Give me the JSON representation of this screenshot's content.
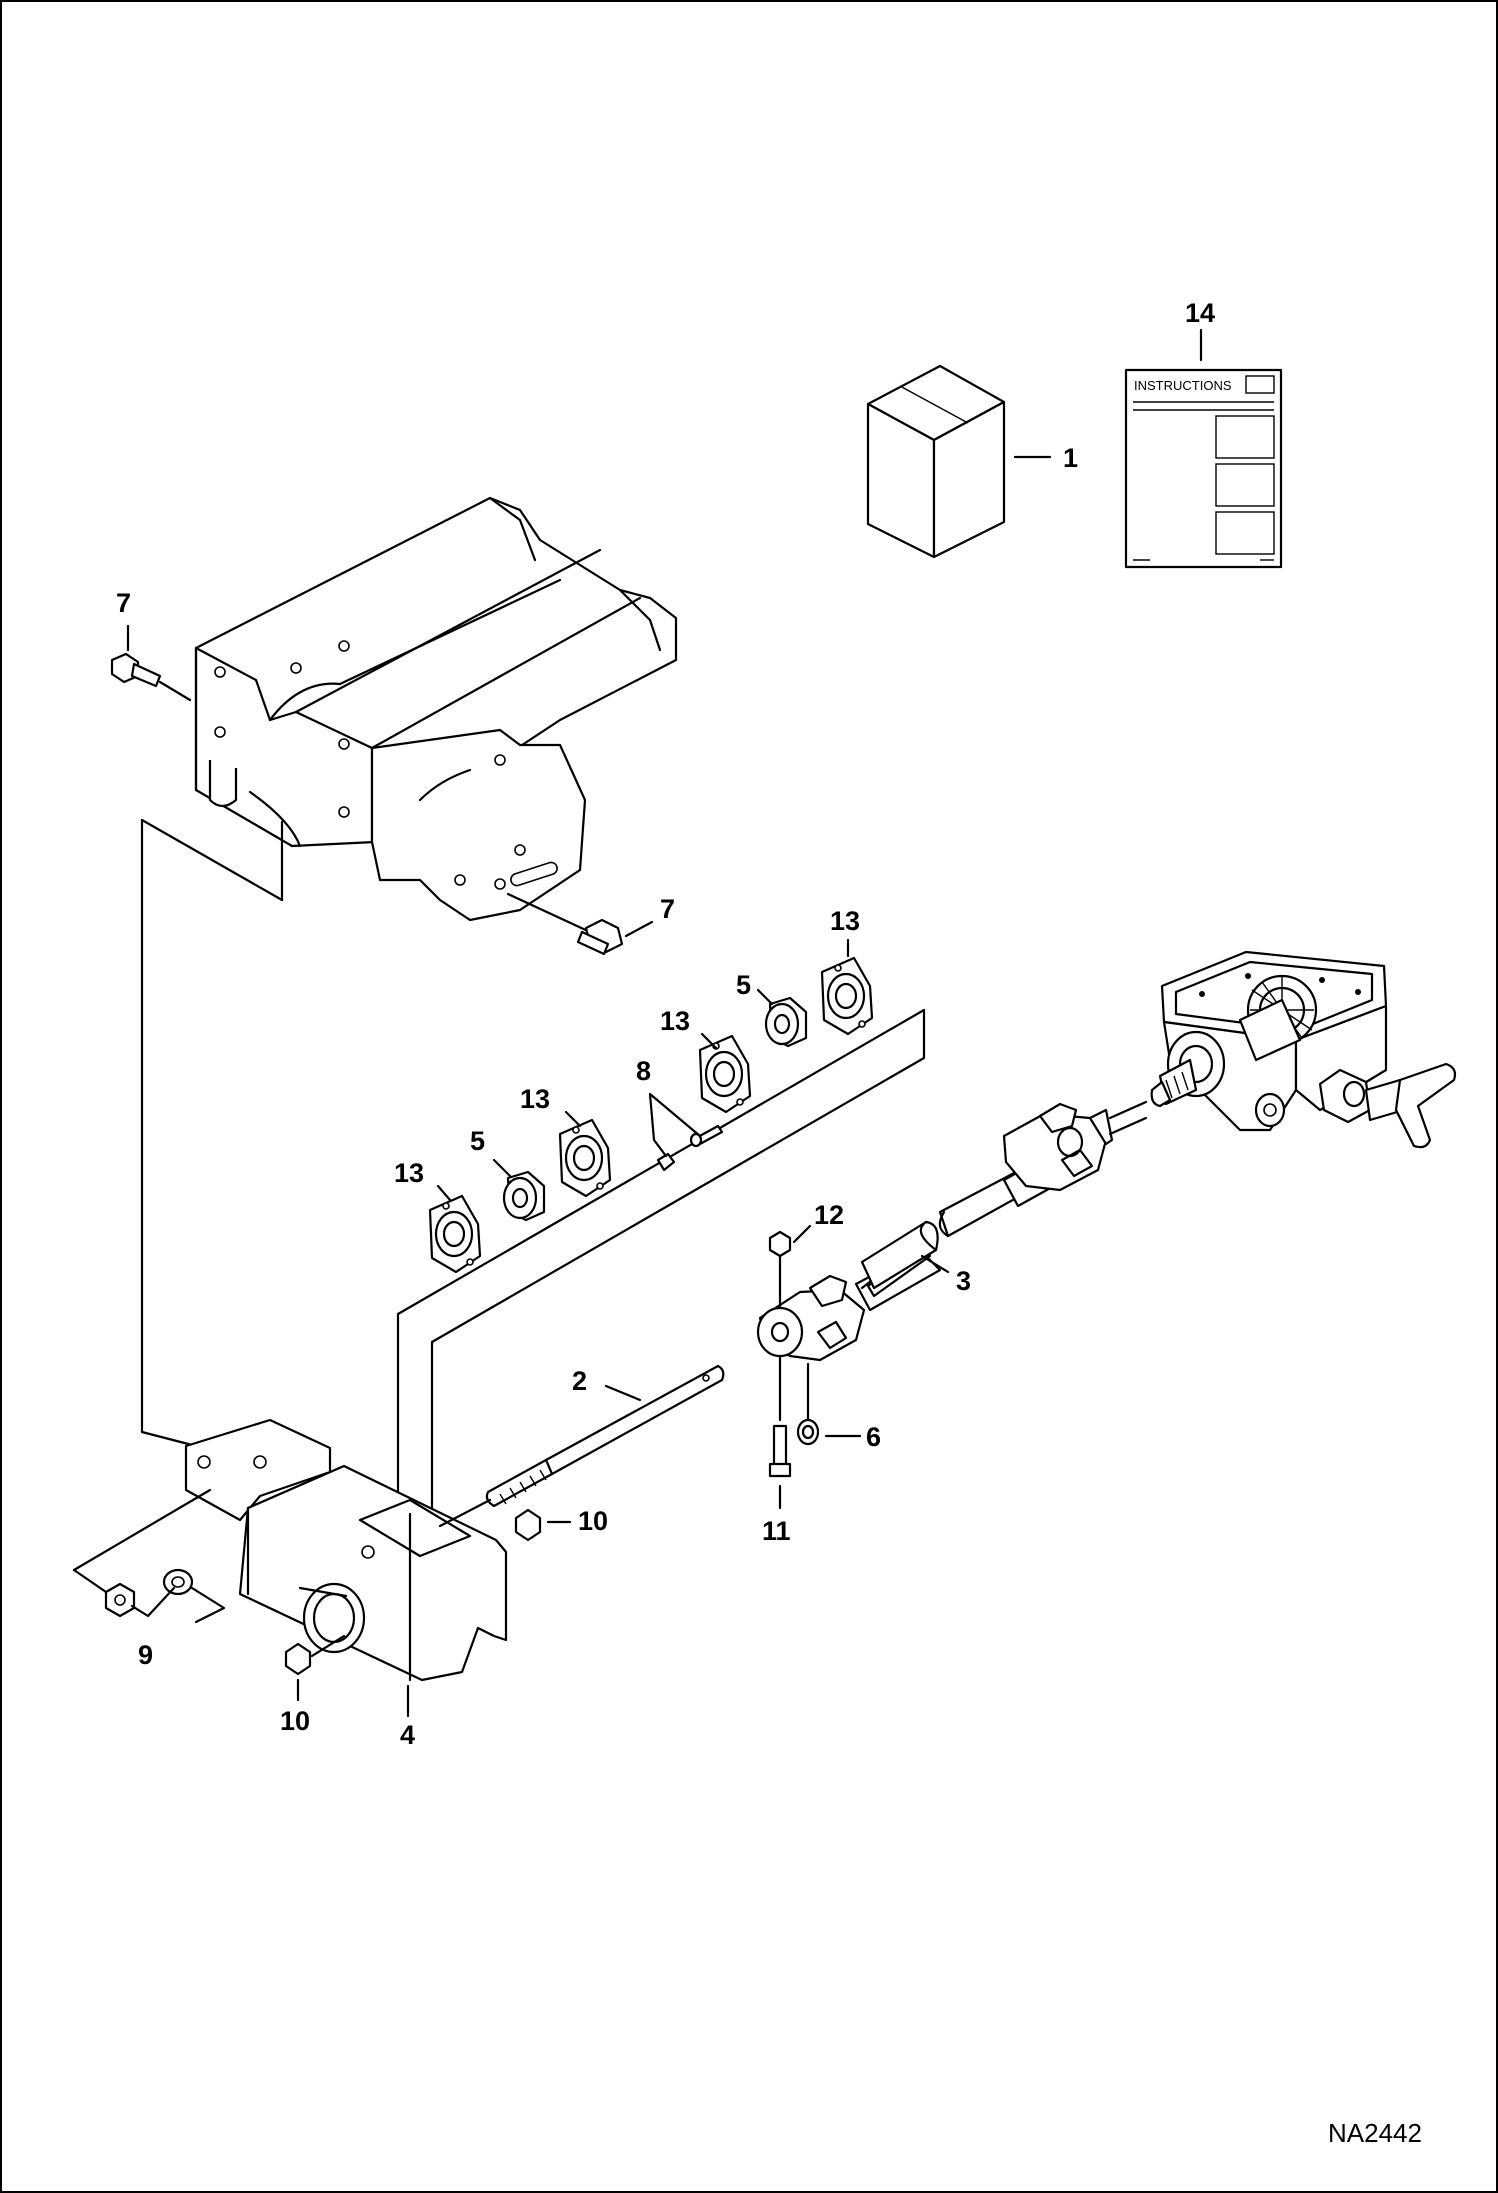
{
  "diagram": {
    "document_id": "NA2442",
    "instructions_label": "INSTRUCTIONS",
    "callouts": {
      "c1": "1",
      "c2": "2",
      "c3": "3",
      "c4": "4",
      "c5a": "5",
      "c5b": "5",
      "c6": "6",
      "c7a": "7",
      "c7b": "7",
      "c8": "8",
      "c9": "9",
      "c10a": "10",
      "c10b": "10",
      "c11": "11",
      "c12": "12",
      "c13a": "13",
      "c13b": "13",
      "c13c": "13",
      "c13d": "13",
      "c14": "14"
    },
    "colors": {
      "line": "#000000",
      "background": "#ffffff"
    }
  }
}
